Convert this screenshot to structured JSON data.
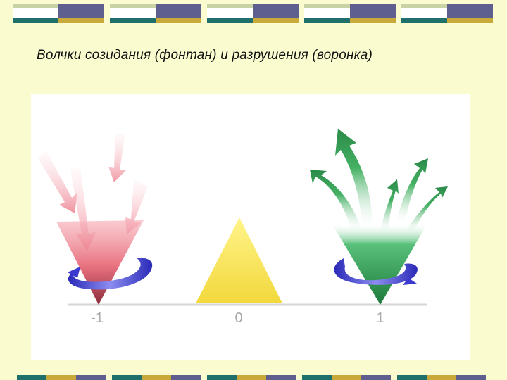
{
  "slide": {
    "title": "Волчки созидания (фонтан) и разрушения (воронка)"
  },
  "diagram": {
    "axis_labels": [
      "-1",
      "0",
      "1"
    ],
    "colors": {
      "background": "#fbfbd0",
      "funnel": "#e8707e",
      "triangle": "#f7e35a",
      "fountain": "#2f9e4f",
      "rotation_arrow": "#3a3ad0",
      "band_dark_blue": "#5f5f8f",
      "band_teal": "#1f6f6a",
      "band_gold": "#c9a93a",
      "band_sage": "#c9d2a5"
    }
  }
}
